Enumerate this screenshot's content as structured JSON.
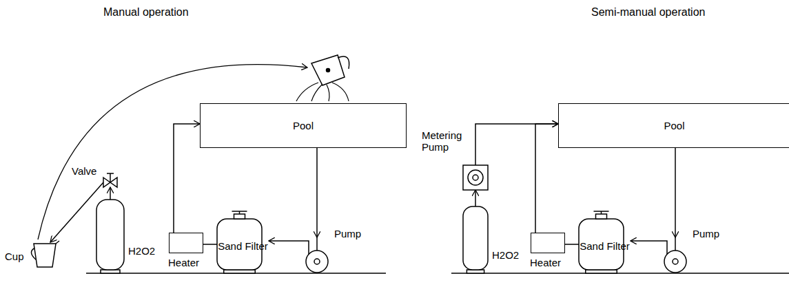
{
  "diagram": {
    "nodes": [
      {
        "text": [
          "Pool"
        ]
      },
      {
        "text": [
          "Heater"
        ]
      },
      {
        "text": [
          "Sand Filter"
        ]
      },
      {
        "text": [
          "Pump"
        ]
      },
      {
        "text": [
          "H2O2"
        ]
      },
      {
        "text": [
          "Valve"
        ]
      },
      {
        "text": [
          "Cup"
        ]
      },
      {
        "text": [
          "Pool"
        ]
      },
      {
        "text": [
          "Metering Pump"
        ]
      },
      {
        "text": [
          "H2O2"
        ]
      },
      {
        "text": [
          "Heater"
        ]
      },
      {
        "text": [
          "Sand Filter"
        ]
      },
      {
        "text": [
          "Pump"
        ]
      }
    ],
    "edges": [
      {
        "from": 0,
        "to": 3,
        "arrow": "to"
      },
      {
        "from": 3,
        "to": 2,
        "arrow": "to"
      },
      {
        "from": 2,
        "to": 1,
        "arrow": "none"
      },
      {
        "from": 1,
        "to": 0,
        "arrow": "to"
      },
      {
        "from": 4,
        "to": 5,
        "arrow": "to"
      },
      {
        "from": 5,
        "to": 6,
        "arrow": "to"
      },
      {
        "from": 7,
        "to": 12,
        "arrow": "to"
      },
      {
        "from": 12,
        "to": 11,
        "arrow": "to"
      },
      {
        "from": 11,
        "to": 10,
        "arrow": "none"
      },
      {
        "from": 10,
        "to": 7,
        "arrow": "to"
      },
      {
        "from": 9,
        "to": 8,
        "arrow": "to"
      },
      {
        "from": 8,
        "to": 7,
        "arrow": "to"
      }
    ],
    "labels": [
      "Manual operation",
      "Semi-manual operation"
    ]
  }
}
